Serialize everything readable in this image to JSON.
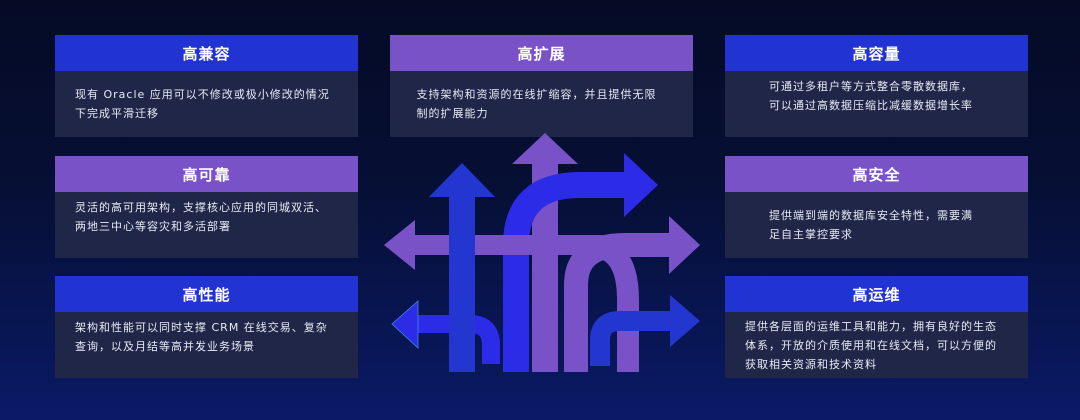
{
  "colors": {
    "background_top": "#050b25",
    "background_bottom": "#0a1a66",
    "header_blue": "#2233d4",
    "header_purple": "#7a52c8",
    "card_body": "#1f2647",
    "arrow_blue": "#2b2be8",
    "arrow_blue_dark": "#2337d0",
    "arrow_purple": "#7a52c8"
  },
  "cards": [
    {
      "title": "高兼容",
      "body": "现有 Oracle 应用可以不修改或极小修改的情况下完成平滑迁移"
    },
    {
      "title": "高扩展",
      "body": "支持架构和资源的在线扩缩容，并且提供无限制的扩展能力"
    },
    {
      "title": "高容量",
      "body": "可通过多租户等方式整合零散数据库，可以通过高数据压缩比减缓数据增长率"
    },
    {
      "title": "高可靠",
      "body": "灵活的高可用架构，支撑核心应用的同城双活、两地三中心等容灾和多活部署"
    },
    {
      "title": "高安全",
      "body": "提供端到端的数据库安全特性，需要满足自主掌控要求"
    },
    {
      "title": "高性能",
      "body": "架构和性能可以同时支撑 CRM 在线交易、复杂查询，以及月结等高并发业务场景"
    },
    {
      "title": "高运维",
      "body": "提供各层面的运维工具和能力，拥有良好的生态体系，开放的介质使用和在线文档，可以方便的获取相关资源和技术资料"
    }
  ],
  "center_graphic": {
    "icon": "multi-direction-arrows-icon"
  }
}
